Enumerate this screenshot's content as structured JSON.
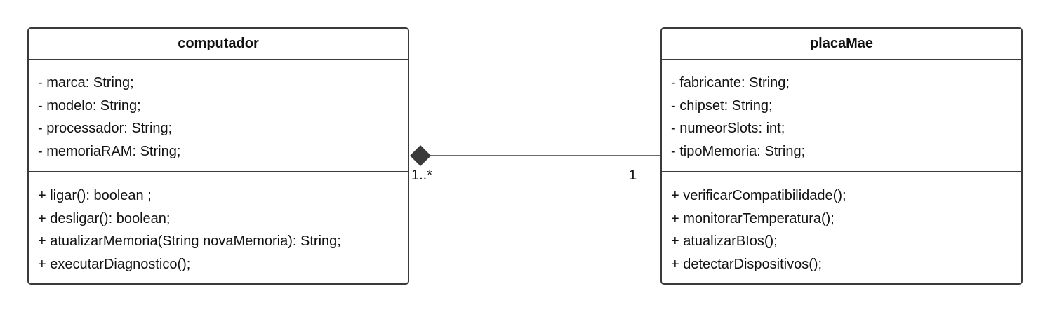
{
  "classes": {
    "computador": {
      "name": "computador",
      "attributes": [
        "- marca: String;",
        "- modelo: String;",
        "- processador: String;",
        "- memoriaRAM: String;"
      ],
      "operations": [
        "+ ligar(): boolean ;",
        "+ desligar(): boolean;",
        "+ atualizarMemoria(String novaMemoria): String;",
        "+ executarDiagnostico();"
      ]
    },
    "placaMae": {
      "name": "placaMae",
      "attributes": [
        "- fabricante: String;",
        "- chipset: String;",
        "- numeorSlots: int;",
        "- tipoMemoria: String;"
      ],
      "operations": [
        "+ verificarCompatibilidade();",
        "+ monitorarTemperatura();",
        "+ atualizarBIos();",
        "+ detectarDispositivos();"
      ]
    }
  },
  "association": {
    "type": "composition",
    "whole": "computador",
    "part": "placaMae",
    "multiplicity_whole_end": "1..*",
    "multiplicity_part_end": "1"
  },
  "colors": {
    "stroke": "#3a3a3a",
    "text": "#111111",
    "background": "#ffffff"
  }
}
